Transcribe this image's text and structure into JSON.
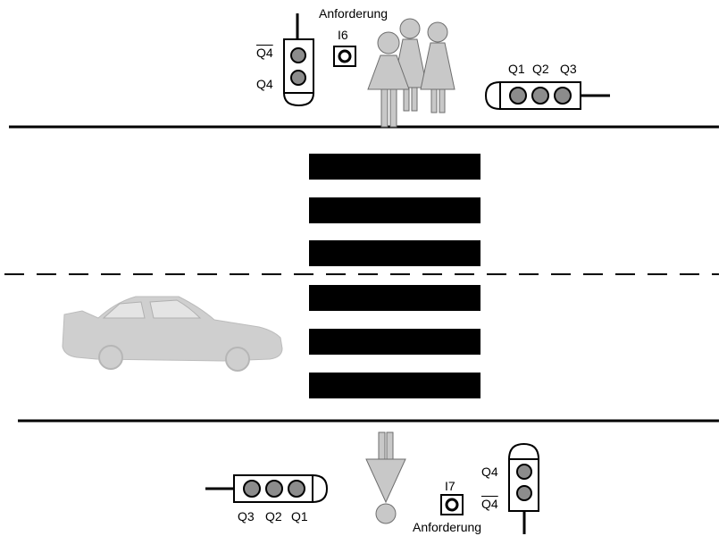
{
  "labels": {
    "request_top": "Anforderung",
    "request_bottom": "Anforderung",
    "input_top": "I6",
    "input_bottom": "I7",
    "q4_bar_top": "Q4",
    "q4_top": "Q4",
    "q1_top": "Q1",
    "q2_top": "Q2",
    "q3_top": "Q3",
    "q4_bottom": "Q4",
    "q4_bar_bottom": "Q4",
    "q3_bottom": "Q3",
    "q2_bottom": "Q2",
    "q1_bottom": "Q1"
  },
  "colors": {
    "light_lamp": "#8c8c8c",
    "figure_gray": "#c8c8c8",
    "car_gray": "#cfcfcf",
    "stripe": "#000000"
  },
  "icons": {
    "pedestrians": "pedestrian-group-icon",
    "car": "car-icon",
    "arrow": "down-arrow-icon",
    "signal": "traffic-light-icon",
    "button": "request-button-icon"
  }
}
